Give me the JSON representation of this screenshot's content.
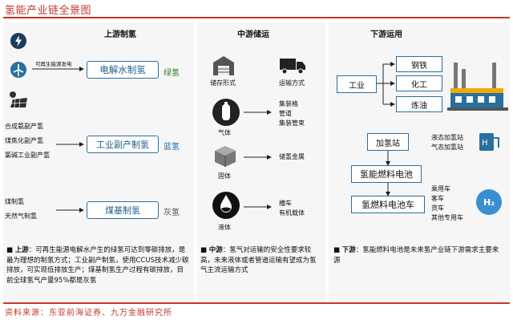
{
  "title": "氢能产业链全景图",
  "source": "资料来源：东亚前海证券、九万金融研究所",
  "upstream": {
    "heading": "上游制氢",
    "arrow_label": "可再生能源发电",
    "methods": [
      {
        "label": "电解水制氢",
        "tag": "绿氢",
        "tag_color": "#2e7d32"
      },
      {
        "label": "工业副产制氢",
        "tag": "蓝氢",
        "tag_color": "#1f6fb2"
      },
      {
        "label": "煤基制氢",
        "tag": "灰氢",
        "tag_color": "#555555"
      }
    ],
    "byproduct_sources": [
      "合成氨副产氢",
      "煤焦化副产氢",
      "氯碱工业副产氢"
    ],
    "coal_sources": [
      "煤制氢",
      "天然气制氢"
    ],
    "note_head": "上游",
    "note": "：可再生能源电解水产生的绿氢可达到零碳排放，是最为理想的制氢方式；工业副产制氢，使用CCUS技术减少碳排放，可实现低排放生产；煤基制氢生产过程有碳排放，目前全球氢气产量95%都是灰氢"
  },
  "midstream": {
    "heading": "中游储运",
    "storage_label": "储存形式",
    "transport_label": "运输方式",
    "rows": [
      {
        "state": "气体",
        "methods": [
          "集装格",
          "管道",
          "集装管束"
        ]
      },
      {
        "state": "固体",
        "methods": [
          "储氢金属"
        ]
      },
      {
        "state": "液体",
        "methods": [
          "槽车",
          "有机载体"
        ]
      }
    ],
    "note_head": "中游",
    "note": "：氢气对运输的安全性要求较高，未来液体或者管道运输有望成为氢气主流运输方式"
  },
  "downstream": {
    "heading": "下游运用",
    "industry_label": "工业",
    "industry_items": [
      "钢铁",
      "化工",
      "炼油"
    ],
    "station_label": "加氢站",
    "fuel_cell_label": "氢能燃料电池",
    "vehicle_label": "氢燃料电池车",
    "station_types": [
      "液态加氢站",
      "气态加氢站"
    ],
    "vehicle_types": [
      "乘用车",
      "客车",
      "货车",
      "其他专用车"
    ],
    "h2_badge": "H₂",
    "note_head": "下游",
    "note": "：氢能燃料电池是未来氢产业链下游需求主要来源"
  },
  "colors": {
    "accent": "#c0392b",
    "box_border": "#2a6fa0",
    "panel": "#f6f6f6"
  }
}
